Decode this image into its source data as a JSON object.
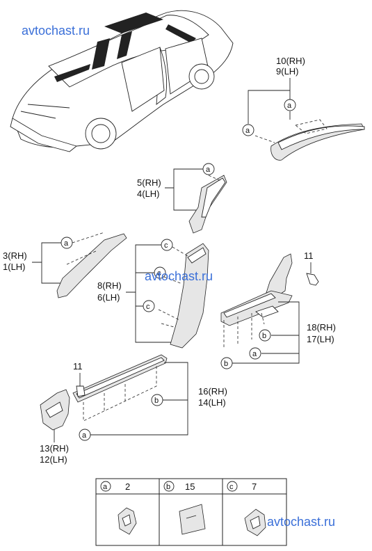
{
  "watermarks": [
    "avtochast.ru",
    "avtochast.ru",
    "avtochast.ru"
  ],
  "parts": {
    "p10_9": {
      "a": "10",
      "a_side": "(RH)",
      "b": "9",
      "b_side": "(LH)"
    },
    "p5_4": {
      "a": "5",
      "a_side": "(RH)",
      "b": "4",
      "b_side": "(LH)"
    },
    "p3_1": {
      "a": "3",
      "a_side": "(RH)",
      "b": "1",
      "b_side": "(LH)"
    },
    "p8_6": {
      "a": "8",
      "a_side": "(RH)",
      "b": "6",
      "b_side": "(LH)"
    },
    "p18_17": {
      "a": "18",
      "a_side": "(RH)",
      "b": "17",
      "b_side": "(LH)"
    },
    "p16_14": {
      "a": "16",
      "a_side": "(RH)",
      "b": "14",
      "b_side": "(LH)"
    },
    "p13_12": {
      "a": "13",
      "a_side": "(RH)",
      "b": "12",
      "b_side": "(LH)"
    },
    "clip_top": "11",
    "clip_bottom": "11"
  },
  "callouts": {
    "a": "a",
    "b": "b",
    "c": "c"
  },
  "legend": {
    "cells": [
      {
        "key": "a",
        "num": "2"
      },
      {
        "key": "b",
        "num": "15"
      },
      {
        "key": "c",
        "num": "7"
      }
    ]
  }
}
